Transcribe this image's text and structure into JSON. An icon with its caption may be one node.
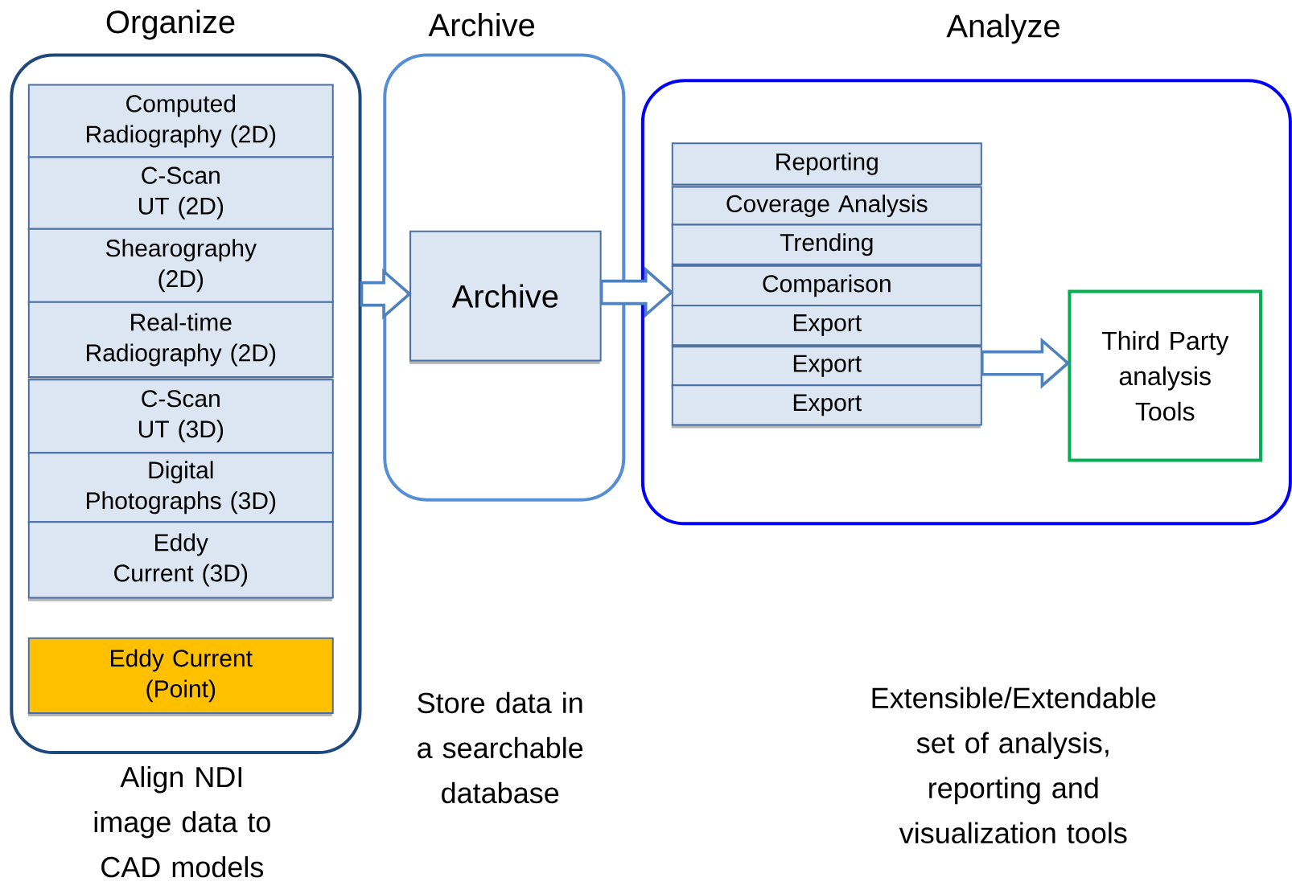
{
  "diagram": {
    "nodes": [
      {
        "text": [
          "Organize"
        ],
        "beside": [
          "Align NDI image data to CAD models"
        ]
      },
      {
        "text": [
          "Computed Radiography (2D)"
        ],
        "in": 0
      },
      {
        "text": [
          "C-Scan UT (2D)"
        ],
        "in": 0
      },
      {
        "text": [
          "Shearography (2D)"
        ],
        "in": 0
      },
      {
        "text": [
          "Real-time Radiography (2D)"
        ],
        "in": 0
      },
      {
        "text": [
          "C-Scan UT (3D)"
        ],
        "in": 0
      },
      {
        "text": [
          "Digital Photographs (3D)"
        ],
        "in": 0
      },
      {
        "text": [
          "Eddy Current (3D)"
        ],
        "in": 0
      },
      {
        "text": [
          "Eddy Current (Point)"
        ],
        "in": 0
      },
      {
        "text": [
          "Archive"
        ]
      },
      {
        "text": [
          "Archive"
        ],
        "in": 9
      },
      {
        "text": [
          "Analyze"
        ]
      },
      {
        "text": [
          "Reporting"
        ],
        "in": 11
      },
      {
        "text": [
          "Coverage Analysis"
        ],
        "in": 11
      },
      {
        "text": [
          "Trending"
        ],
        "in": 11
      },
      {
        "text": [
          "Comparison"
        ],
        "in": 11
      },
      {
        "text": [
          "Export"
        ],
        "in": 11
      },
      {
        "text": [
          "Export"
        ],
        "in": 11
      },
      {
        "text": [
          "Export"
        ],
        "in": 11
      },
      {
        "text": [
          "Third Party analysis Tools"
        ],
        "in": 11
      }
    ],
    "edges": [
      {
        "from": 0,
        "to": 10,
        "arrow": "to"
      },
      {
        "from": 10,
        "to": 15,
        "arrow": "to"
      },
      {
        "from": 17,
        "to": 19,
        "arrow": "to"
      }
    ],
    "labels": [
      "Store data in a searchable database",
      "Extensible/Extendable set of analysis, reporting and visualization tools"
    ]
  }
}
